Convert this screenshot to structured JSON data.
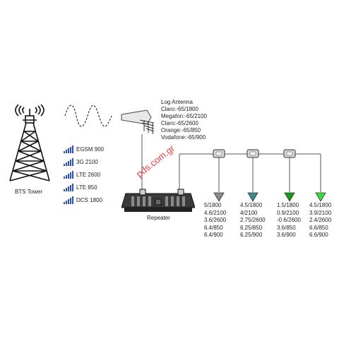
{
  "tower": {
    "label": "BTS Tower"
  },
  "bands": [
    {
      "label": "EGSM 900"
    },
    {
      "label": "3G  2100"
    },
    {
      "label": "LTE 2600"
    },
    {
      "label": "LTE 850"
    },
    {
      "label": "DCS 1800"
    }
  ],
  "antenna": {
    "lines": [
      "Log Antenna",
      "Claro:-65/1800",
      "Megafon:-65/2100",
      "Claro:-65/2600",
      "Orange:-65/850",
      "Vodafone:-65/900"
    ]
  },
  "repeater": {
    "label": "Repeater"
  },
  "watermark": {
    "text": "pds.com.gr"
  },
  "indoor_antennas": [
    {
      "color": "#8a8a8a",
      "values": [
        "5/1800",
        "4.6/2100",
        "3.6/2600",
        "6.4/850",
        "6.4/900"
      ]
    },
    {
      "color": "#3d8a8a",
      "values": [
        "4.5/1800",
        "4/2100",
        "2.75/2600",
        "6.25/850",
        "6.25/900"
      ]
    },
    {
      "color": "#1a9a1a",
      "values": [
        "1.5/1800",
        "0.9/2100",
        "-0.6/2600",
        "3.6/850",
        "3.6/900"
      ]
    },
    {
      "color": "#3ddc3d",
      "values": [
        "4.5/1800",
        "3.9/2100",
        "2.4/2600",
        "6.6/850",
        "6.6/900"
      ]
    }
  ]
}
